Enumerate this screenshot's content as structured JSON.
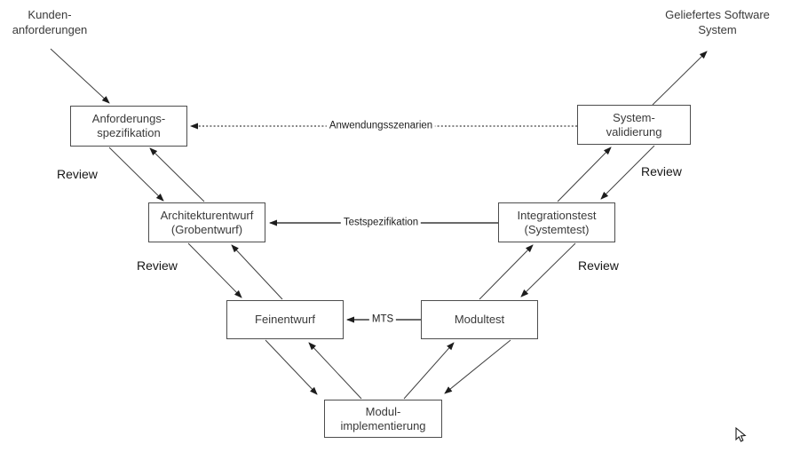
{
  "diagram_type": "v-model",
  "colors": {
    "background": "#ffffff",
    "box_border": "#4d4d4d",
    "box_text": "#3a3a3a",
    "line": "#3f3f3f",
    "connector_line": "#111111"
  },
  "external_labels": {
    "customer_requirements": "Kunden-\nanforderungen",
    "delivered_system": "Geliefertes Software\nSystem"
  },
  "nodes": [
    {
      "id": "anforderungsspezifikation",
      "label": "Anforderungs-\nspezifikation"
    },
    {
      "id": "systemvalidierung",
      "label": "System-\nvalidierung"
    },
    {
      "id": "architekturentwurf",
      "label": "Architekturentwurf\n(Grobentwurf)"
    },
    {
      "id": "integrationstest",
      "label": "Integrationstest\n(Systemtest)"
    },
    {
      "id": "feinentwurf",
      "label": "Feinentwurf"
    },
    {
      "id": "modultest",
      "label": "Modultest"
    },
    {
      "id": "modulimplementierung",
      "label": "Modul-\nimplementierung"
    }
  ],
  "labels": {
    "review": "Review",
    "anwendungsszenarien": "Anwendungsszenarien",
    "testspezifikation": "Testspezifikation",
    "mts": "MTS"
  },
  "edges": [
    {
      "from": "kundenanforderungen-text",
      "to": "anforderungsspezifikation",
      "style": "solid-diagonal",
      "label": ""
    },
    {
      "from": "systemvalidierung",
      "to": "geliefertes-software-system-text",
      "style": "solid-diagonal",
      "label": ""
    },
    {
      "from": "anforderungsspezifikation",
      "to": "architekturentwurf",
      "style": "solid-diagonal",
      "label": ""
    },
    {
      "from": "architekturentwurf",
      "to": "anforderungsspezifikation",
      "style": "solid-diagonal",
      "label": "Review"
    },
    {
      "from": "architekturentwurf",
      "to": "feinentwurf",
      "style": "solid-diagonal",
      "label": ""
    },
    {
      "from": "feinentwurf",
      "to": "architekturentwurf",
      "style": "solid-diagonal",
      "label": "Review"
    },
    {
      "from": "feinentwurf",
      "to": "modulimplementierung",
      "style": "solid-diagonal",
      "label": ""
    },
    {
      "from": "modulimplementierung",
      "to": "feinentwurf",
      "style": "solid-diagonal",
      "label": ""
    },
    {
      "from": "modulimplementierung",
      "to": "modultest",
      "style": "solid-diagonal",
      "label": ""
    },
    {
      "from": "modultest",
      "to": "modulimplementierung",
      "style": "solid-diagonal",
      "label": ""
    },
    {
      "from": "modultest",
      "to": "integrationstest",
      "style": "solid-diagonal",
      "label": ""
    },
    {
      "from": "integrationstest",
      "to": "modultest",
      "style": "solid-diagonal",
      "label": "Review"
    },
    {
      "from": "integrationstest",
      "to": "systemvalidierung",
      "style": "solid-diagonal",
      "label": ""
    },
    {
      "from": "systemvalidierung",
      "to": "integrationstest",
      "style": "solid-diagonal",
      "label": "Review"
    },
    {
      "from": "systemvalidierung",
      "to": "anforderungsspezifikation",
      "style": "dotted-horizontal",
      "label": "Anwendungsszenarien"
    },
    {
      "from": "integrationstest",
      "to": "architekturentwurf",
      "style": "solid-horizontal",
      "label": "Testspezifikation"
    },
    {
      "from": "modultest",
      "to": "feinentwurf",
      "style": "solid-horizontal",
      "label": "MTS"
    }
  ]
}
